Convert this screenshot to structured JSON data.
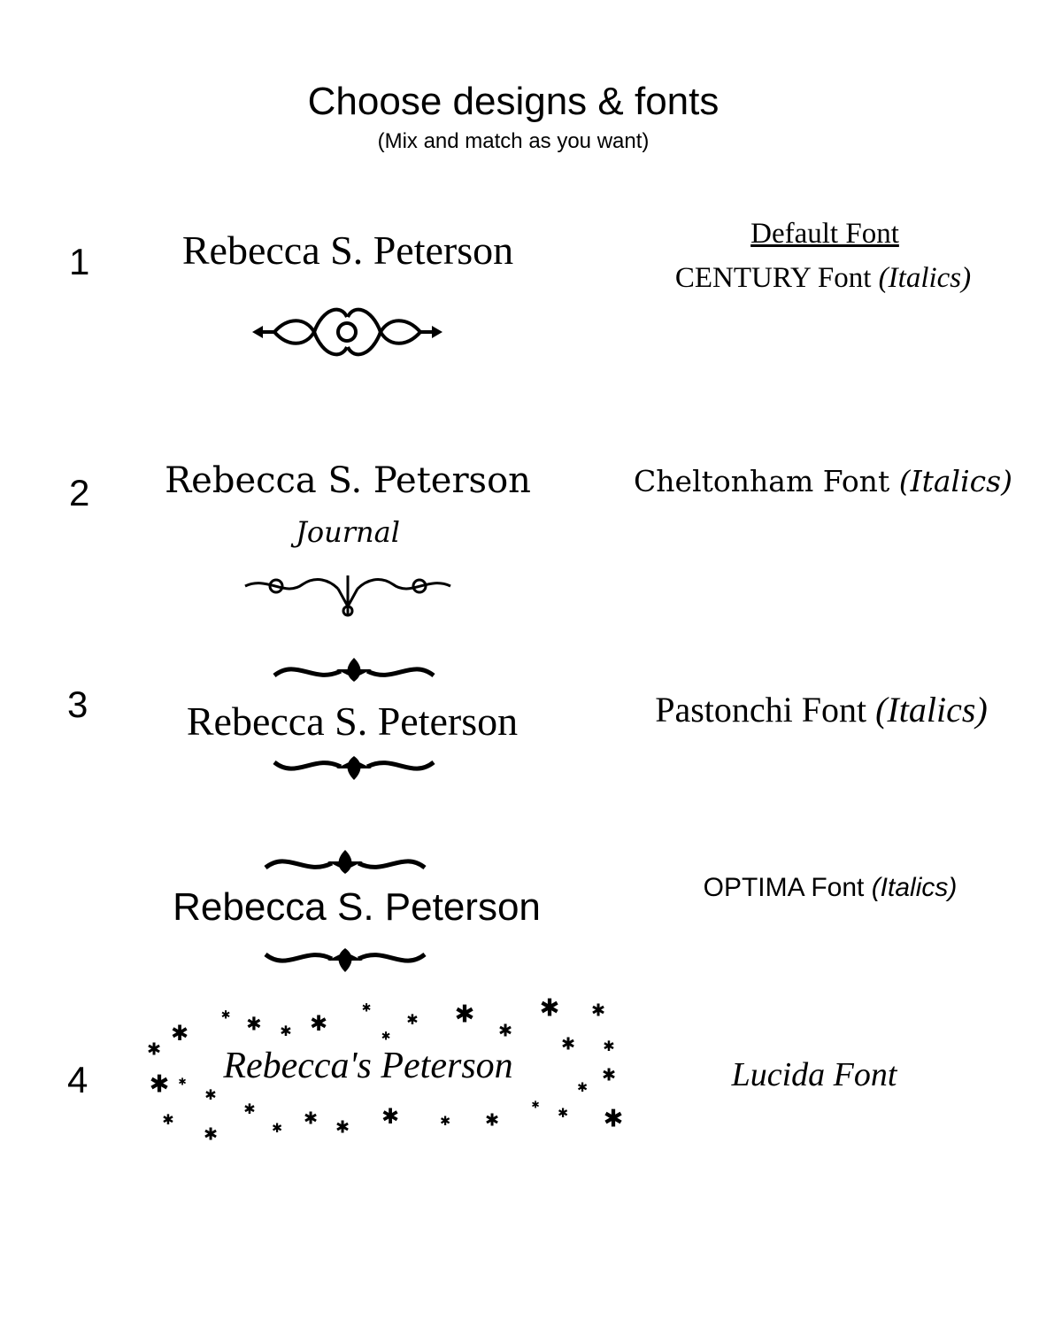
{
  "header": {
    "title": "Choose designs & fonts",
    "subtitle": "(Mix and match as you want)"
  },
  "designs": [
    {
      "number": "1",
      "name": "Rebecca S. Peterson",
      "font_heading": "Default Font",
      "font_label": "CENTURY Font",
      "font_style": "(Italics)"
    },
    {
      "number": "2",
      "name": "Rebecca S. Peterson",
      "subtitle": "Journal",
      "font_label": "Cheltonham Font",
      "font_style": "(Italics)"
    },
    {
      "number": "3",
      "name": "Rebecca S. Peterson",
      "font_label": "Pastonchi  Font",
      "font_style": "(Italics)"
    },
    {
      "name": "Rebecca S. Peterson",
      "font_label": "OPTIMA Font",
      "font_style": "(Italics)"
    },
    {
      "number": "4",
      "name": "Rebecca's Peterson",
      "font_label": "Lucida Font"
    }
  ]
}
